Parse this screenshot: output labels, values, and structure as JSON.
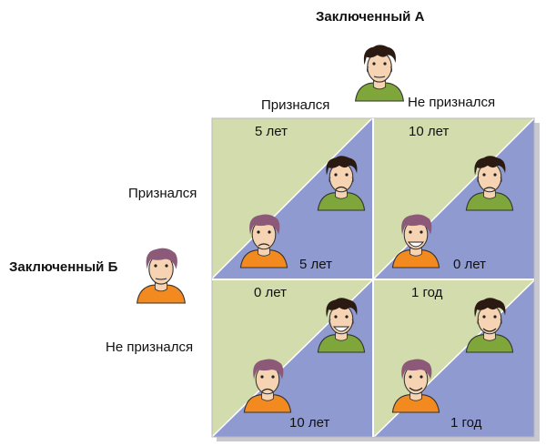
{
  "colors": {
    "blue": "#8f9ad0",
    "green": "#d3dcac",
    "grid": "#b8b8c0",
    "shadow": "#c9c9cf",
    "shirt_a": "#7fa63a",
    "shirt_b": "#f28a1f",
    "hair_a": "#2b1a12",
    "hair_b": "#8c5a78",
    "skin": "#f5d3b3"
  },
  "prisoner_a": {
    "title": "Заключенный А",
    "cols": [
      "Признался",
      "Не признался"
    ]
  },
  "prisoner_b": {
    "title": "Заключенный Б",
    "rows": [
      "Признался",
      "Не признался"
    ]
  },
  "cells": [
    {
      "a": "5 лет",
      "b": "5 лет"
    },
    {
      "a": "10 лет",
      "b": "0 лет"
    },
    {
      "a": "0 лет",
      "b": "10 лет"
    },
    {
      "a": "1 год",
      "b": "1 год"
    }
  ],
  "faces": {
    "header_a": "neutral-face-icon",
    "header_b": "neutral-face-icon",
    "sad": "sad-face-icon",
    "happy": "happy-face-icon",
    "worried": "worried-face-icon",
    "smile": "smile-face-icon"
  }
}
